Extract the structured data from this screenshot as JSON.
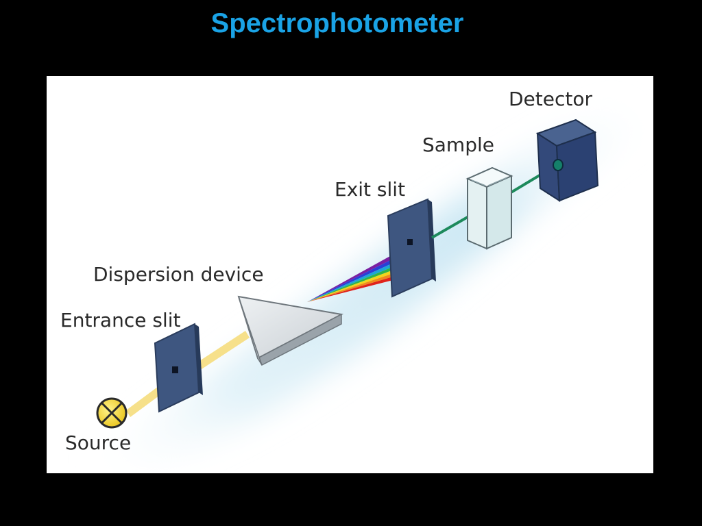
{
  "slide": {
    "title": "Spectrophotometer"
  },
  "diagram": {
    "labels": {
      "detector": "Detector",
      "sample": "Sample",
      "exit_slit": "Exit slit",
      "dispersion_device": "Dispersion device",
      "entrance_slit": "Entrance slit",
      "source": "Source"
    },
    "colors": {
      "title": "#1aa3e6",
      "background_glow": "#cfeaf5",
      "light_beam": "#f6e08a",
      "source_fill": "#f3d21a",
      "output_beam": "#1d8a5c",
      "slit_panel": "#3e5680",
      "detector_body": "#2e4773",
      "prism": "#d9dde0",
      "cuvette": "#e4f1f2",
      "spectrum": [
        "#7a1fa2",
        "#2a3fd6",
        "#1ea5d6",
        "#2fb34a",
        "#f2d51c",
        "#f08a1c",
        "#e0231c"
      ]
    }
  }
}
